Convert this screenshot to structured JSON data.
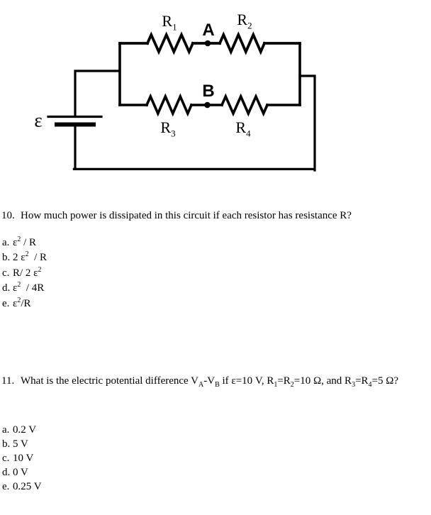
{
  "colors": {
    "ink": "#000000",
    "background": "#ffffff"
  },
  "circuit": {
    "labels": {
      "r1": [
        {
          "t": "R"
        },
        {
          "t": "1",
          "s": "sub"
        }
      ],
      "r2": [
        {
          "t": "R"
        },
        {
          "t": "2",
          "s": "sub"
        }
      ],
      "r3": [
        {
          "t": "R"
        },
        {
          "t": "3",
          "s": "sub"
        }
      ],
      "r4": [
        {
          "t": "R"
        },
        {
          "t": "4",
          "s": "sub"
        }
      ],
      "node_a": "A",
      "node_b": "B",
      "emf": "ε"
    }
  },
  "question10": {
    "number": "10.",
    "text": "How much power is dissipated in this circuit if each resistor has resistance R?",
    "options": [
      {
        "letter": "a.",
        "formula": [
          {
            "t": "ε"
          },
          {
            "t": "2",
            "s": "sup"
          },
          {
            "t": " / R"
          }
        ]
      },
      {
        "letter": "b.",
        "formula": [
          {
            "t": "2 ε"
          },
          {
            "t": "2",
            "s": "sup"
          },
          {
            "t": "  / R"
          }
        ]
      },
      {
        "letter": "c.",
        "formula": [
          {
            "t": "R/ 2 ε"
          },
          {
            "t": "2",
            "s": "sup"
          }
        ]
      },
      {
        "letter": "d.",
        "formula": [
          {
            "t": "ε"
          },
          {
            "t": "2",
            "s": "sup"
          },
          {
            "t": "  / 4R"
          }
        ]
      },
      {
        "letter": "e.",
        "formula": [
          {
            "t": "ε"
          },
          {
            "t": "2",
            "s": "sup"
          },
          {
            "t": "/R"
          }
        ]
      }
    ]
  },
  "question11": {
    "number": "11.",
    "text": [
      {
        "t": "What is the electric potential difference V"
      },
      {
        "t": "A",
        "s": "sub"
      },
      {
        "t": "-V"
      },
      {
        "t": "B",
        "s": "sub"
      },
      {
        "t": " if ε=10 V, R"
      },
      {
        "t": "1",
        "s": "sub"
      },
      {
        "t": "=R"
      },
      {
        "t": "2",
        "s": "sub"
      },
      {
        "t": "=10 Ω, and R"
      },
      {
        "t": "3",
        "s": "sub"
      },
      {
        "t": "=R"
      },
      {
        "t": "4",
        "s": "sub"
      },
      {
        "t": "=5 Ω?"
      }
    ],
    "options": [
      {
        "letter": "a.",
        "value": "0.2 V"
      },
      {
        "letter": "b.",
        "value": "5 V"
      },
      {
        "letter": "c.",
        "value": "10 V"
      },
      {
        "letter": "d.",
        "value": "0 V"
      },
      {
        "letter": "e.",
        "value": "0.25 V"
      }
    ]
  }
}
